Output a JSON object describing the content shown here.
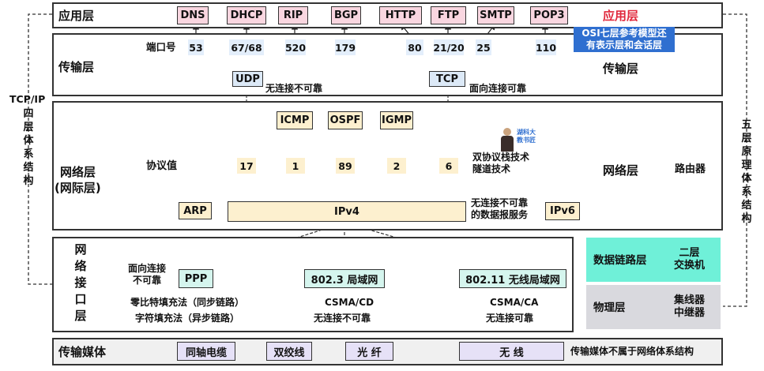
{
  "layers": {
    "app": "应用层",
    "transport": "传输层",
    "network_line1": "网络层",
    "network_line2": "(网际层)",
    "link_chars": [
      "网",
      "络",
      "接",
      "口",
      "层"
    ],
    "media": "传输媒体"
  },
  "app_protocols": [
    "DNS",
    "DHCP",
    "RIP",
    "BGP",
    "HTTP",
    "FTP",
    "SMTP",
    "POP3"
  ],
  "app_right": "应用层",
  "osi_note": [
    "OSI七层参考模型还",
    "有表示层和会话层"
  ],
  "port_label": "端口号",
  "ports": [
    "53",
    "67/68",
    "520",
    "179",
    "80",
    "21/20",
    "25",
    "110"
  ],
  "udp": "UDP",
  "udp_note": "无连接不可靠",
  "tcp": "TCP",
  "tcp_note": "面向连接可靠",
  "transport_right": "传输层",
  "net_protocols": [
    "ICMP",
    "OSPF",
    "IGMP"
  ],
  "protocol_value_label": "协议值",
  "protocol_values": [
    "17",
    "1",
    "89",
    "2",
    "6"
  ],
  "ipv4": "IPv4",
  "ipv6": "IPv6",
  "arp": "ARP",
  "dual_stack": [
    "双协议栈技术",
    "隧道技术"
  ],
  "ipv4_note": [
    "无连接不可靠",
    "的数据报服务"
  ],
  "network_right": "网络层",
  "router": "路由器",
  "logo_text": [
    "湖科大",
    "教书匠"
  ],
  "ppp": "PPP",
  "ppp_note": [
    "面向连接",
    "不可靠"
  ],
  "ppp_fill": [
    "零比特填充法（同步链路）",
    "字符填充法（异步链路）"
  ],
  "lan8023": "802.3 局域网",
  "lan8023_notes": [
    "CSMA/CD",
    "无连接不可靠"
  ],
  "wlan80211": "802.11 无线局域网",
  "wlan_notes": [
    "CSMA/CA",
    "无连接可靠"
  ],
  "datalink": "数据链路层",
  "switch": [
    "二层",
    "交换机"
  ],
  "physical": "物理层",
  "physical_devices": [
    "集线器",
    "中继器"
  ],
  "media_types": [
    "同轴电缆",
    "双绞线",
    "光 纤",
    "无 线"
  ],
  "media_note": "传输媒体不属于网络体系结构",
  "tcpip_label": "TCP/IP",
  "tcpip_chars": [
    "四",
    "层",
    "体",
    "系",
    "结",
    "构"
  ],
  "five_chars": [
    "五",
    "层",
    "原",
    "理",
    "体",
    "系",
    "结",
    "构"
  ],
  "colors": {
    "pink": "#f9d6e0",
    "tan": "#fdf0cf",
    "blue": "#dce9f7",
    "teal": "#d5f5ee",
    "lavender": "#e6e1f7",
    "osi_bg": "#2f6fd0",
    "app_red": "#e0283c"
  }
}
